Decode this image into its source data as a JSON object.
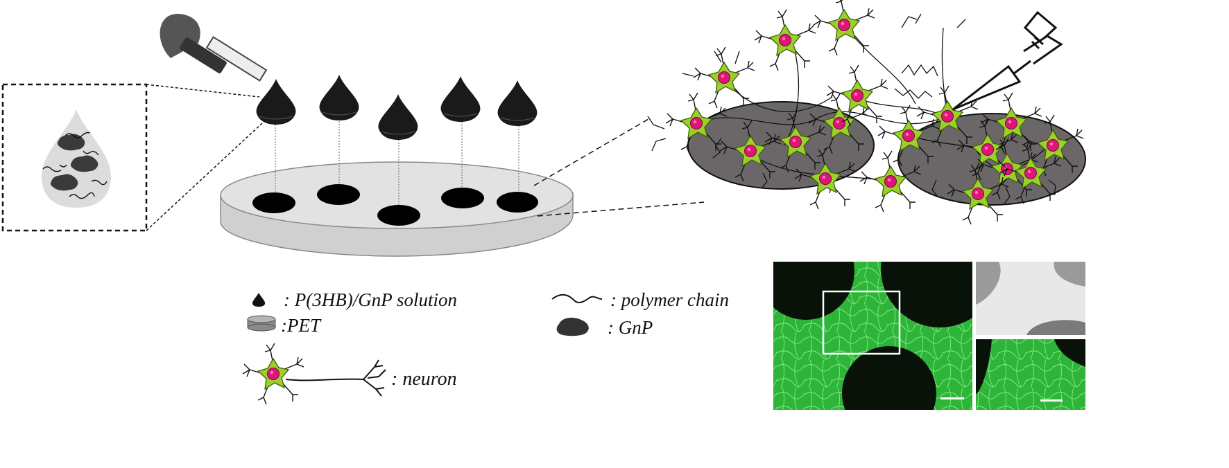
{
  "legend": {
    "droplet": ": P(3HB)/GnP solution",
    "pet": ":PET",
    "polymer_chain": ": polymer chain",
    "gnp": ": GnP",
    "neuron": ": neuron"
  },
  "colors": {
    "droplet": "#1a1a1a",
    "substrate": "#dedede",
    "neuron_body": "#9ccf2a",
    "neuron_nucleus": "#e0157a",
    "island": "#6b6768",
    "micrograph_green": "#3bd33f"
  },
  "icons": [
    "pipette-icon",
    "electrode-icon",
    "neuron-icon",
    "gnp-flake-icon",
    "pet-disc-icon",
    "polymer-chain-icon"
  ]
}
